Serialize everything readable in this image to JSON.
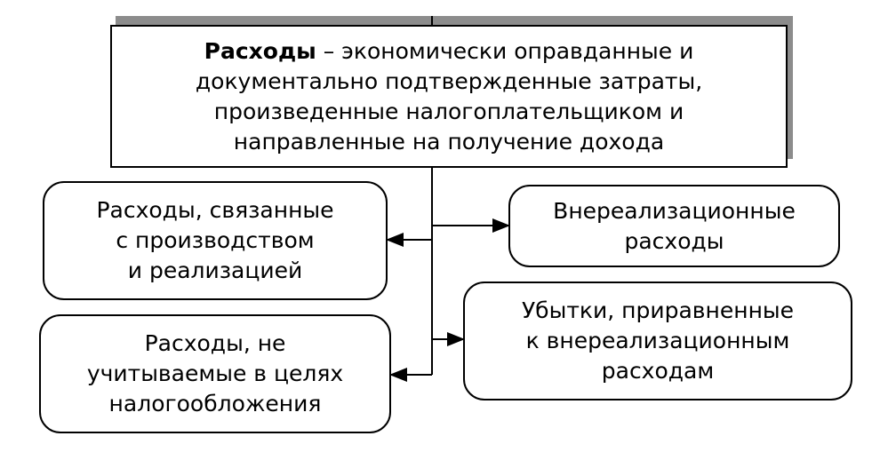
{
  "definition": {
    "term": "Расходы",
    "rest_line1": " – экономически оправданные и",
    "line2": "документально подтвержденные затраты,",
    "line3": "произведенные налогоплательщиком и",
    "line4": "направленные на получение дохода"
  },
  "boxes": {
    "production": [
      "Расходы, связанные",
      "с производством",
      "и реализацией"
    ],
    "non_operating": [
      "Внереализационные",
      "расходы"
    ],
    "not_taxed": [
      "Расходы, не",
      "учитываемые в целях",
      "налогообложения"
    ],
    "losses": [
      "Убытки, приравненные",
      "к внереализационным",
      "расходам"
    ]
  }
}
